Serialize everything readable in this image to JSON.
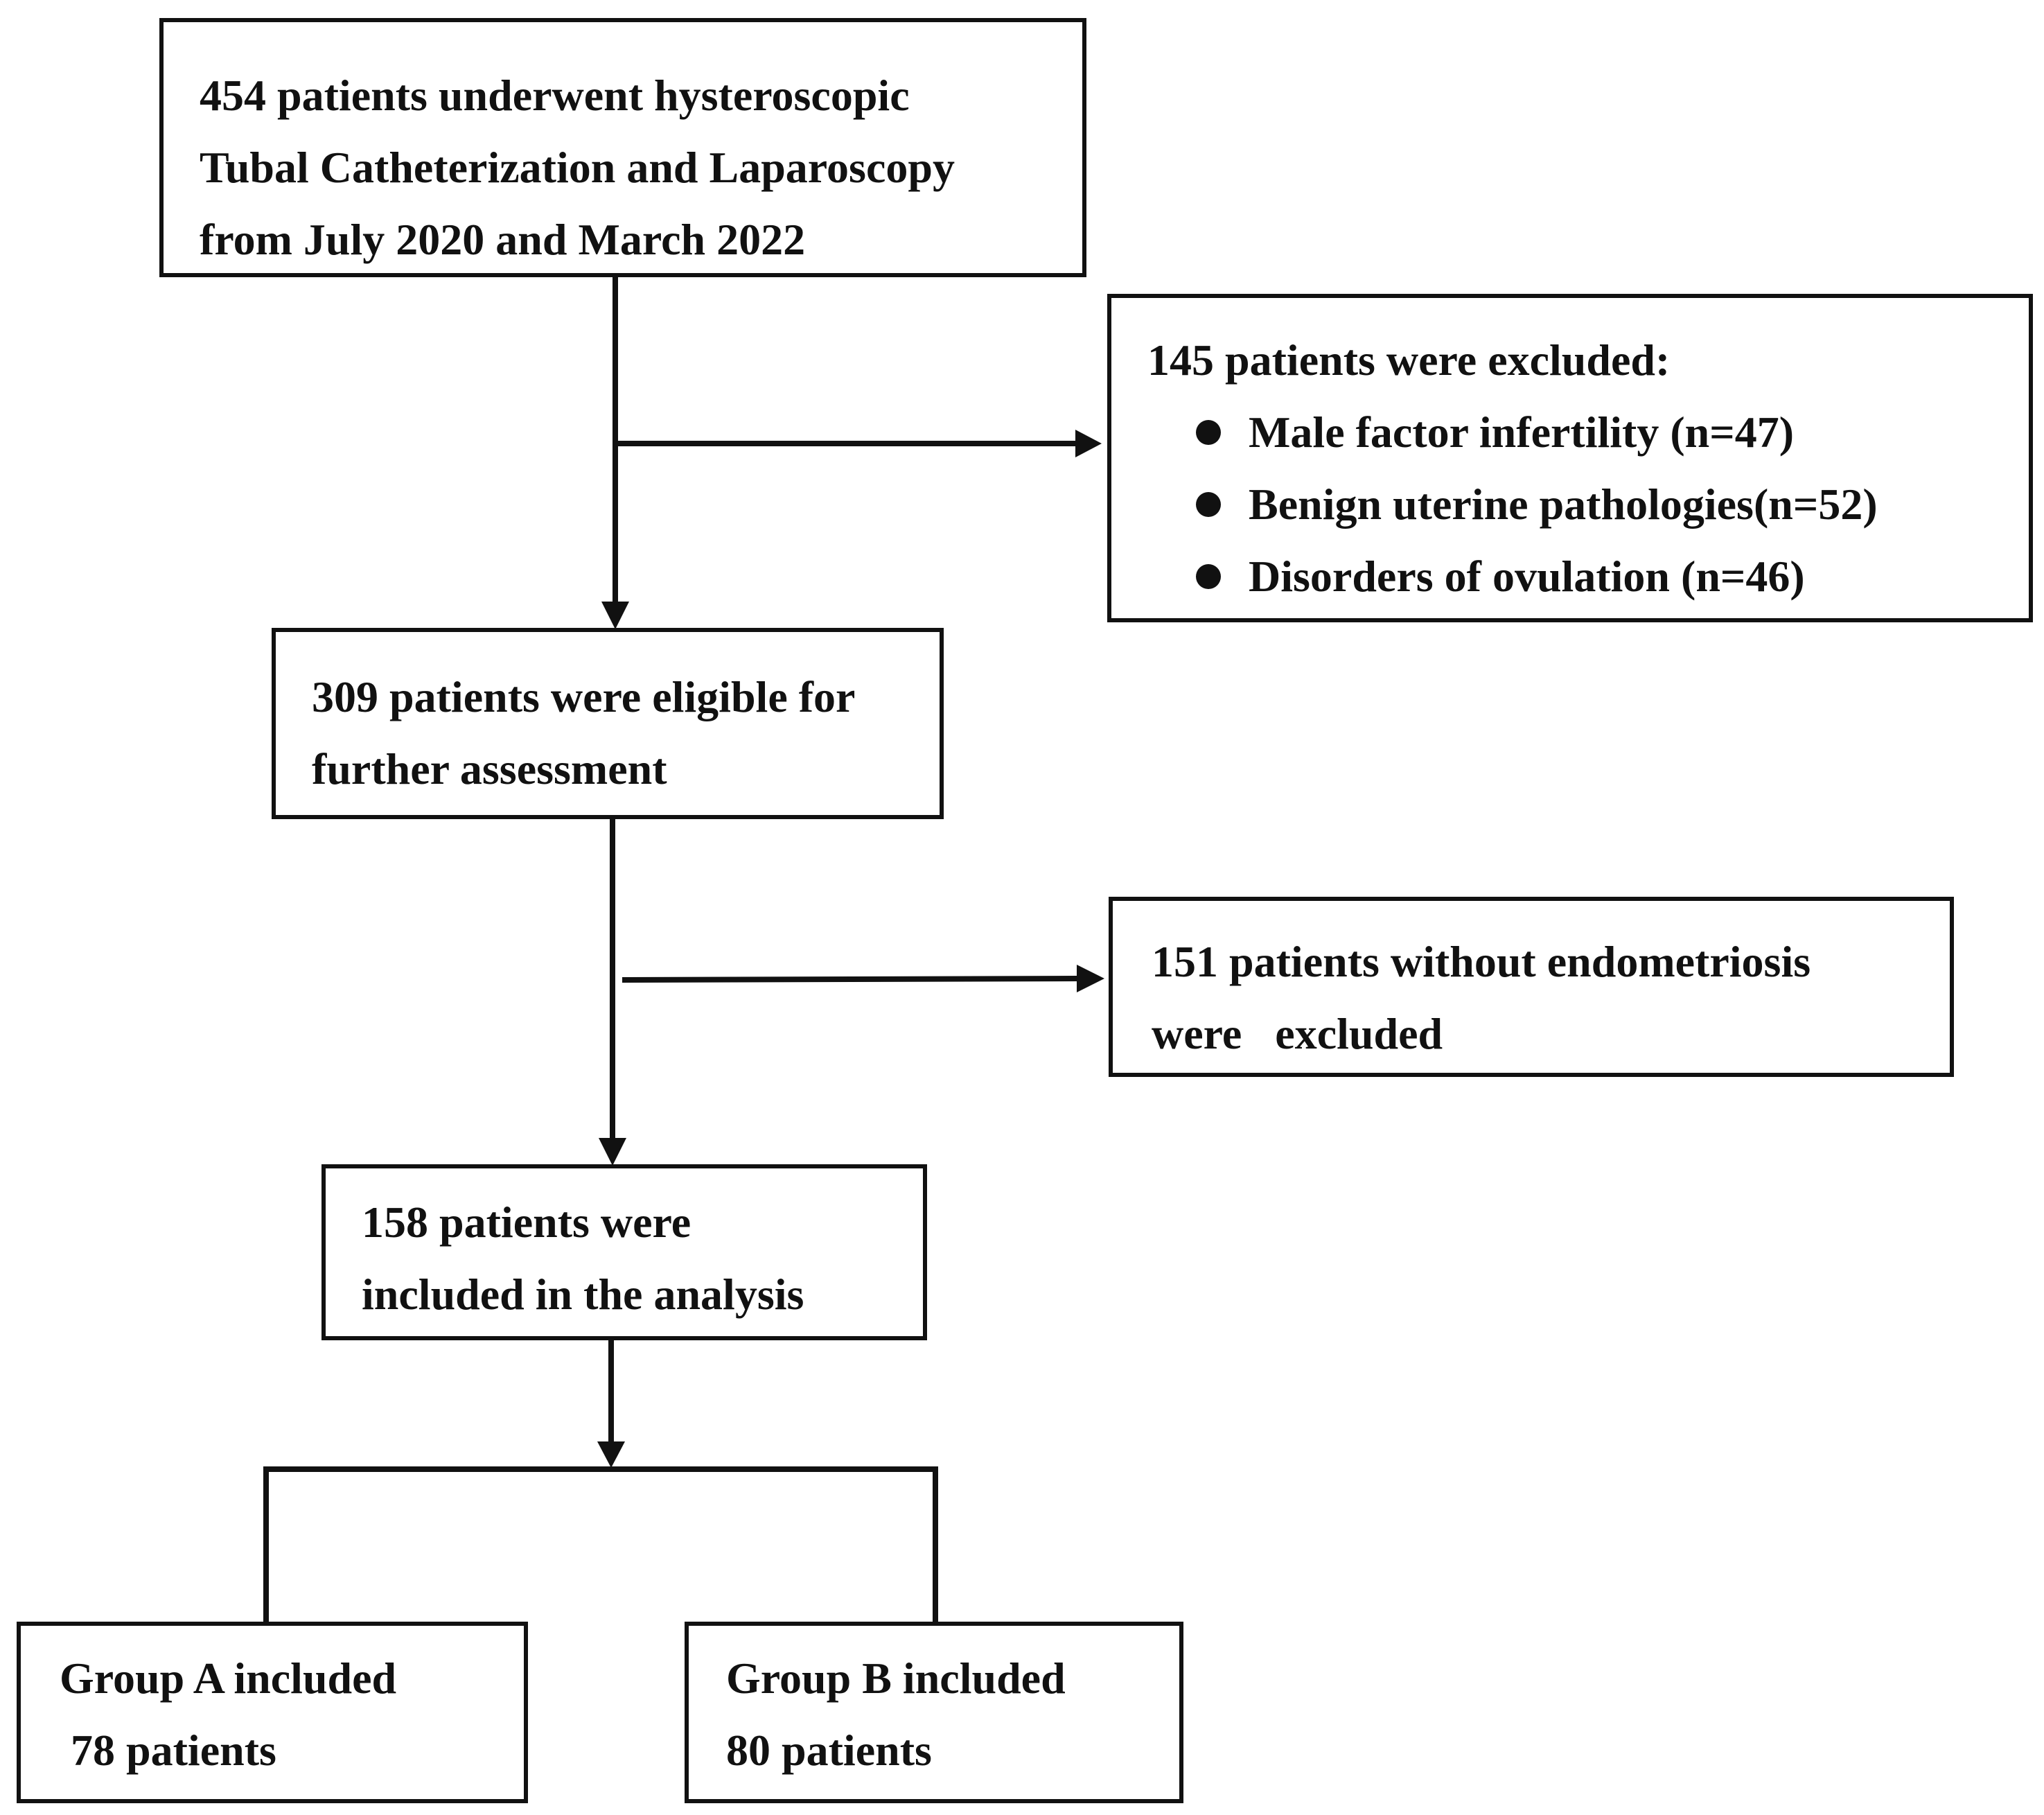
{
  "flowchart": {
    "start": {
      "lines": [
        "454 patients underwent hysteroscopic",
        "Tubal Catheterization and Laparoscopy",
        "from July 2020 and March 2022"
      ]
    },
    "exclusion_1": {
      "heading": "145 patients were excluded:",
      "items": [
        "Male factor infertility (n=47)",
        "Benign uterine pathologies(n=52)",
        "Disorders of ovulation (n=46)"
      ]
    },
    "eligible": {
      "lines": [
        "309 patients were eligible for",
        "further assessment"
      ]
    },
    "exclusion_2": {
      "lines": [
        "151 patients without endometriosis",
        "were   excluded"
      ]
    },
    "included": {
      "lines": [
        "158 patients were",
        "included in the analysis"
      ]
    },
    "group_a": {
      "lines": [
        "Group A included",
        " 78 patients"
      ]
    },
    "group_b": {
      "lines": [
        "Group B included",
        "80 patients"
      ]
    }
  },
  "colors": {
    "stroke": "#111111",
    "background": "#ffffff"
  }
}
